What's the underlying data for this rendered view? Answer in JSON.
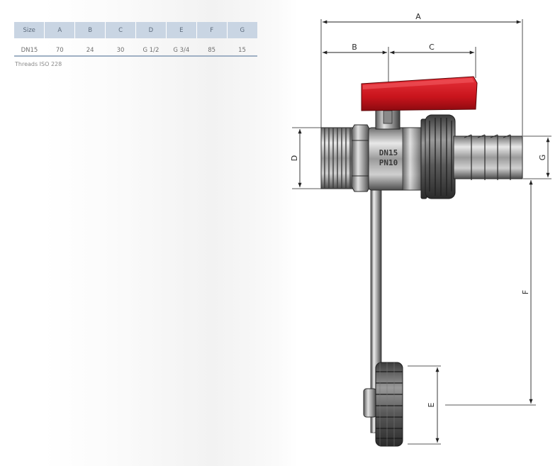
{
  "table": {
    "headers": [
      "Size",
      "A",
      "B",
      "C",
      "D",
      "E",
      "F",
      "G"
    ],
    "row": [
      "DN15",
      "70",
      "24",
      "30",
      "G 1/2",
      "G 3/4",
      "85",
      "15"
    ],
    "note": "Threads ISO 228"
  },
  "drawing": {
    "dimension_labels": {
      "A": "A",
      "B": "B",
      "C": "C",
      "D": "D",
      "E": "E",
      "F": "F",
      "G": "G"
    },
    "body_marking": [
      "DN15",
      "PN10"
    ],
    "colors": {
      "handle": "#c8141c",
      "metal": "#b9b9b9",
      "dark_metal": "#4a4a4a",
      "dimension_line": "#222222"
    }
  }
}
